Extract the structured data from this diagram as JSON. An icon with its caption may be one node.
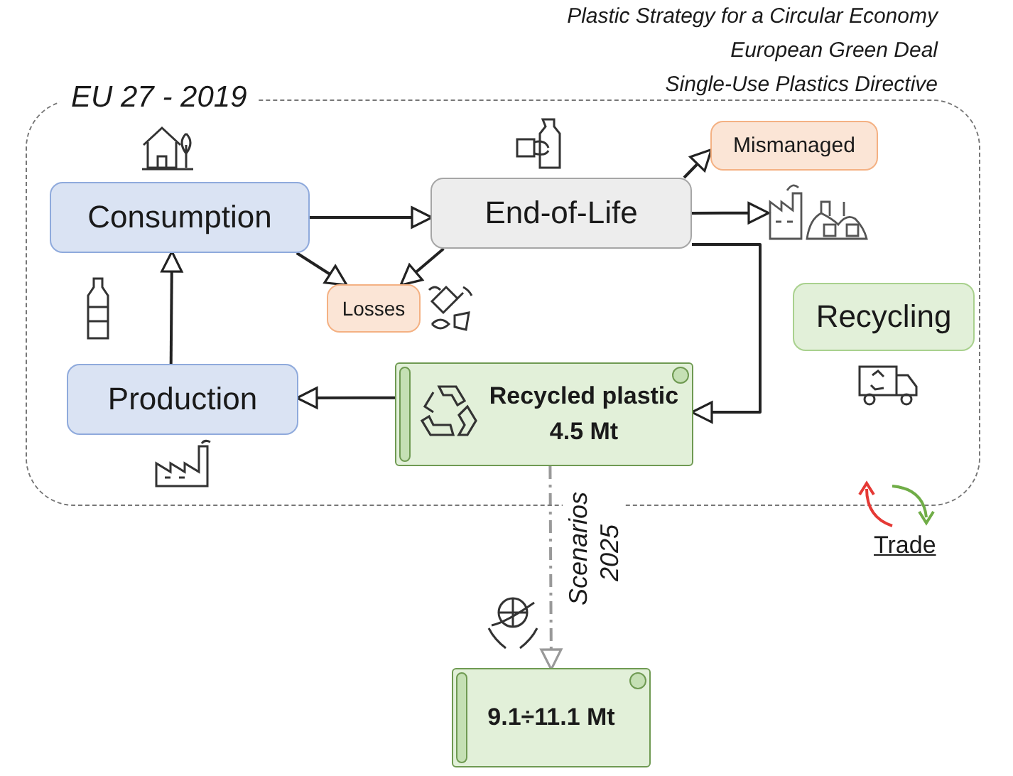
{
  "diagram": {
    "nodes": [
      {
        "text": [
          "EU 27 - 2019"
        ]
      },
      {
        "text": [
          "Consumption"
        ],
        "in": 0
      },
      {
        "text": [
          "End-of-Life"
        ],
        "in": 0
      },
      {
        "text": [
          "Mismanaged"
        ],
        "in": 0
      },
      {
        "text": [],
        "shape": "picture",
        "in": 0
      },
      {
        "text": [
          "Losses"
        ],
        "in": 0
      },
      {
        "text": [
          "Recycling"
        ],
        "in": 0
      },
      {
        "text": [
          "Production"
        ],
        "in": 0
      },
      {
        "text": [
          "Recycled plastic 4.5 Mt"
        ],
        "in": 0
      },
      {
        "text": [
          "9.1÷11.1 Mt"
        ]
      }
    ],
    "edges": [
      {
        "from": 1,
        "to": 2,
        "arrow": "to"
      },
      {
        "from": 2,
        "to": 4,
        "arrow": "to"
      },
      {
        "from": 2,
        "to": 3,
        "arrow": "to"
      },
      {
        "from": 1,
        "to": 5,
        "arrow": "to"
      },
      {
        "from": 2,
        "to": 5,
        "arrow": "to"
      },
      {
        "from": 2,
        "to": 8,
        "arrow": "to"
      },
      {
        "from": 8,
        "to": 7,
        "arrow": "to"
      },
      {
        "from": 7,
        "to": 1,
        "arrow": "to"
      },
      {
        "from": 8,
        "to": 9,
        "arrow": "to",
        "style": "dashed",
        "color": "#999999",
        "label": "Scenarios 2025"
      }
    ],
    "labels": [
      "Plastic Strategy for a Circular Economy",
      "European Green Deal",
      "Single-Use Plastics Directive",
      "Trade"
    ]
  }
}
